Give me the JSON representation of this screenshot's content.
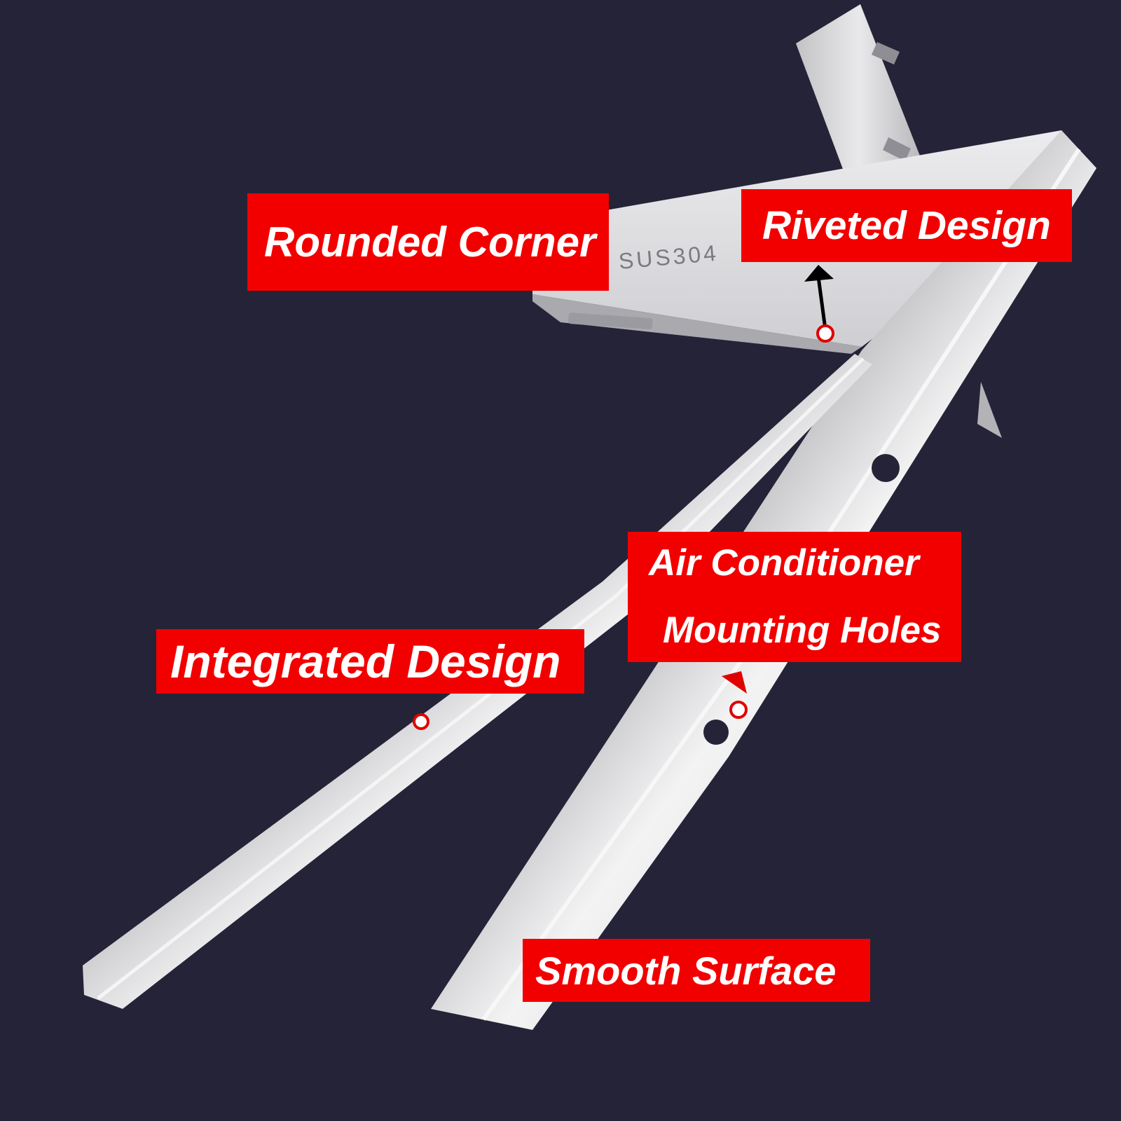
{
  "image": {
    "subject": "stainless-steel-air-conditioner-bracket",
    "background_color": "#252338",
    "label_color": "#f20000",
    "stamped_marking": "SUS304"
  },
  "callouts": {
    "rounded_corner": "Rounded Corner",
    "riveted_design": "Riveted Design",
    "air_conditioner_line1": "Air Conditioner",
    "air_conditioner_line2": "Mounting Holes",
    "integrated_design": "Integrated Design",
    "smooth_surface": "Smooth Surface"
  }
}
